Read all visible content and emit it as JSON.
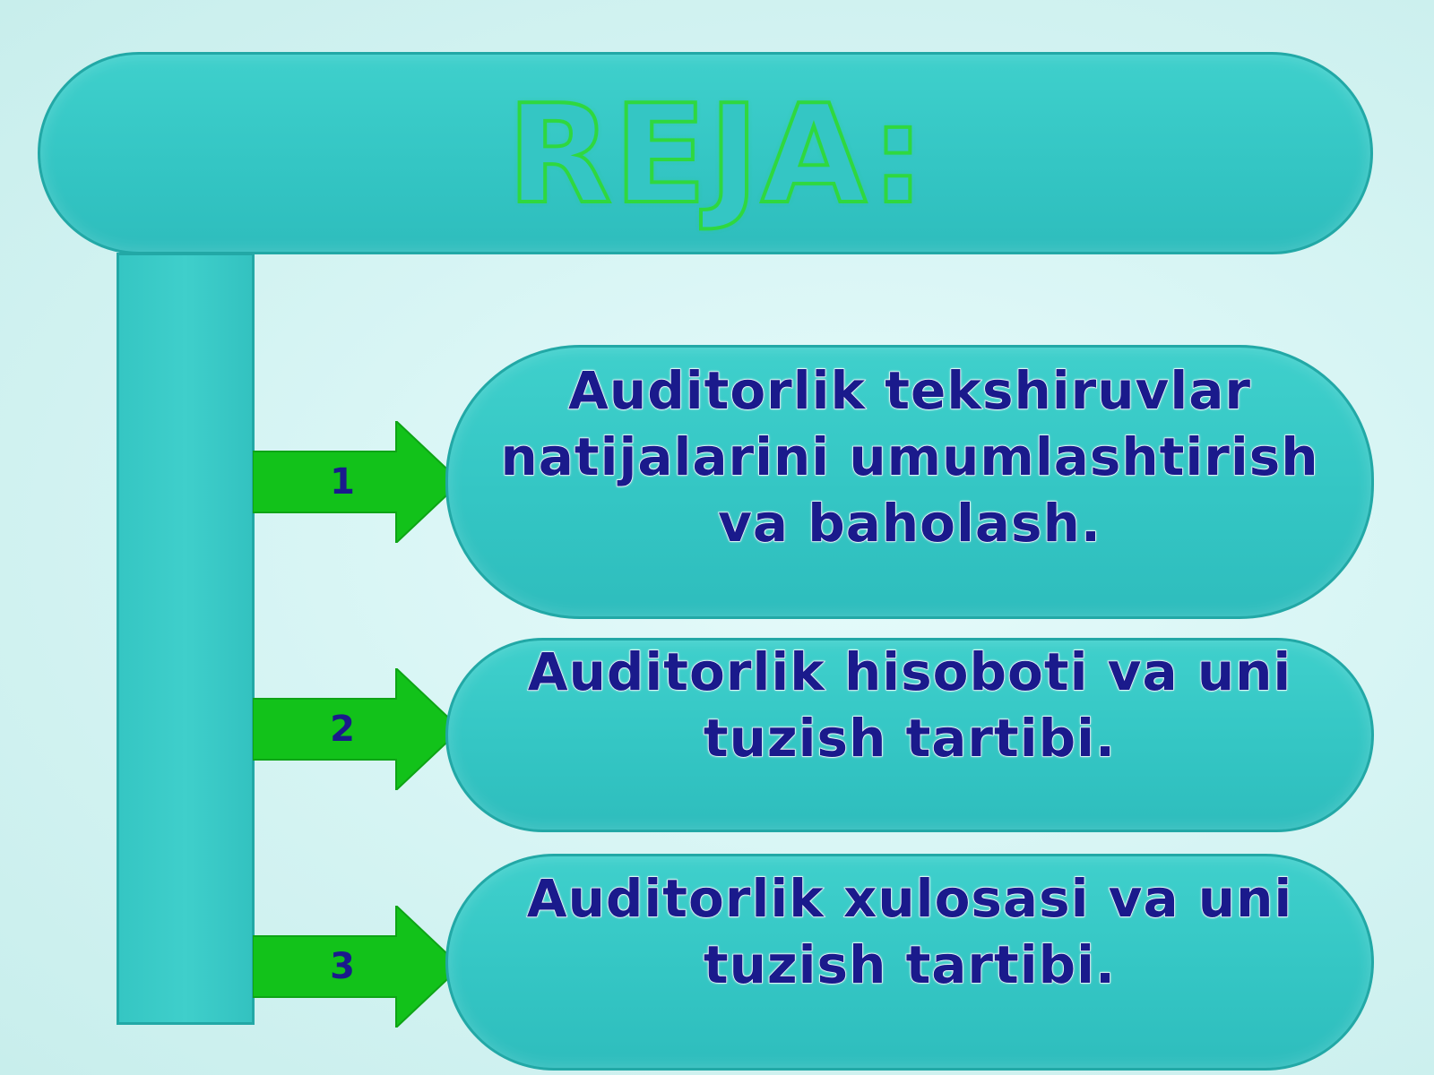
{
  "title": "REJA:",
  "items": [
    {
      "number": "1",
      "text": "Auditorlik tekshiruvlar natijalarini umumlashtirish va baholash."
    },
    {
      "number": "2",
      "text": "Auditorlik hisoboti va uni tuzish tartibi."
    },
    {
      "number": "3",
      "text": "Auditorlik xulosasi va uni tuzish tartibi."
    }
  ],
  "colors": {
    "box_fill": "#34c6c4",
    "box_border": "#22a8a6",
    "arrow_green": "#12c21a",
    "title_outline": "#2fd83f",
    "item_text": "#1a1a8c"
  }
}
